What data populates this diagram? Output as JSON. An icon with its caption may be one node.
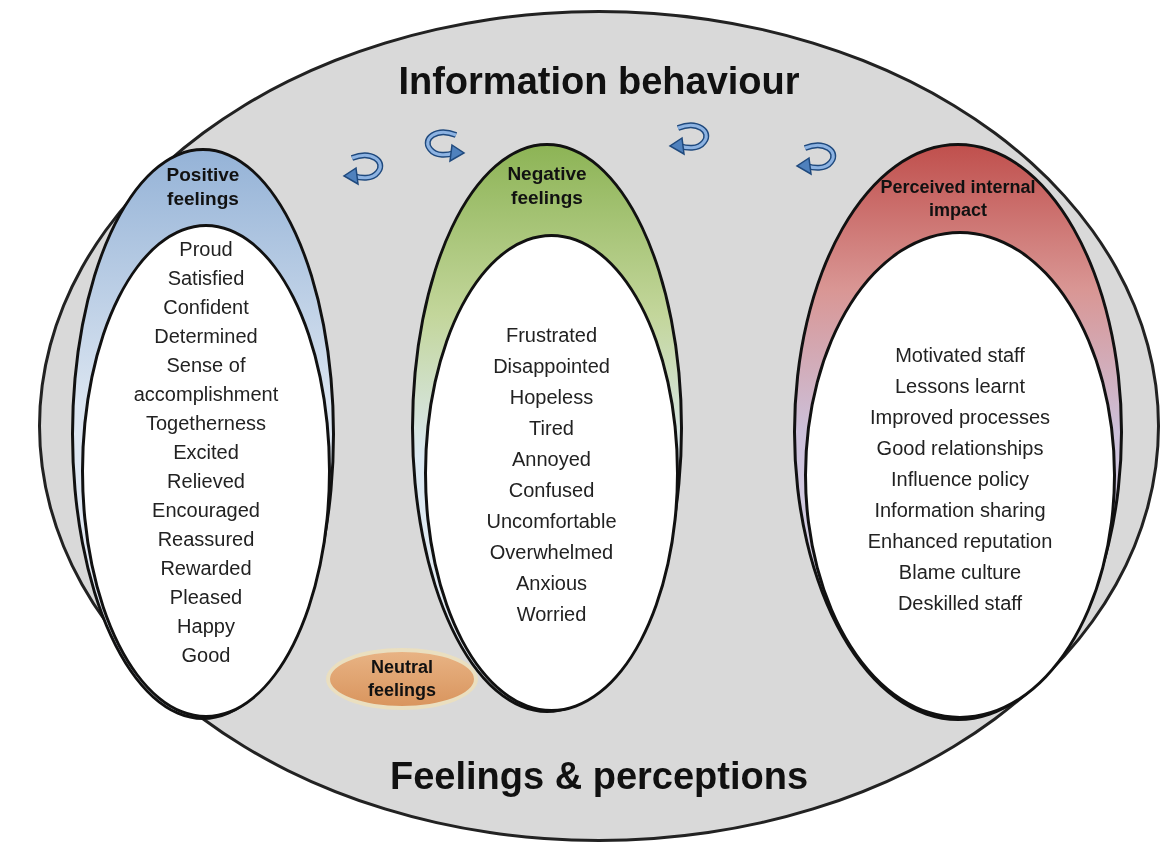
{
  "diagram": {
    "nodes": [
      {
        "text": [
          "Information behaviour",
          "Feelings & perceptions"
        ]
      },
      {
        "text": [
          "Positive feelings"
        ],
        "in": 0
      },
      {
        "text": [
          "Proud",
          "Satisfied",
          "Confident",
          "Determined",
          "Sense of accomplishment",
          "Togetherness",
          "Excited",
          "Relieved",
          "Encouraged",
          "Reassured",
          "Rewarded",
          "Pleased",
          "Happy",
          "Good"
        ],
        "in": 1
      },
      {
        "text": [
          "Negative feelings"
        ],
        "in": 0
      },
      {
        "text": [
          "Frustrated",
          "Disappointed",
          "Hopeless",
          "Tired",
          "Annoyed",
          "Confused",
          "Uncomfortable",
          "Overwhelmed",
          "Anxious",
          "Worried"
        ],
        "in": 3
      },
      {
        "text": [
          "Perceived internal impact"
        ],
        "in": 0
      },
      {
        "text": [
          "Motivated staff",
          "Lessons learnt",
          "Improved processes",
          "Good relationships",
          "Influence policy",
          "Information sharing",
          "Enhanced reputation",
          "Blame culture",
          "Deskilled staff"
        ],
        "in": 5
      },
      {
        "text": [
          "Neutral feelings"
        ],
        "in": 0
      }
    ]
  }
}
